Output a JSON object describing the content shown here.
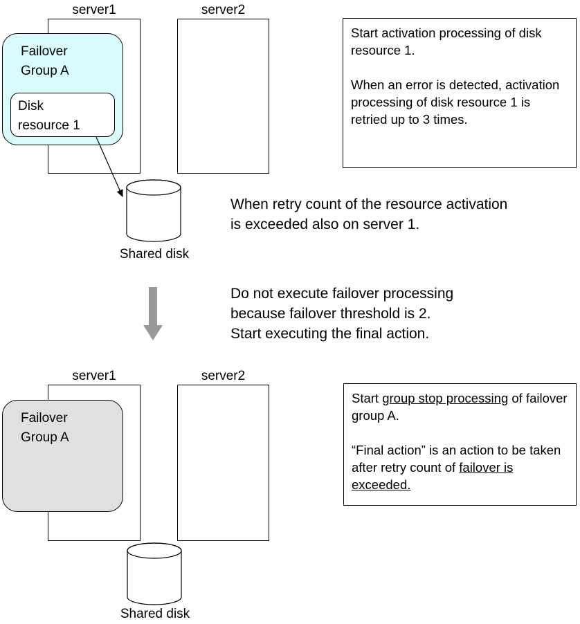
{
  "diagram": {
    "top_stage": {
      "server1_label": "server1",
      "server2_label": "server2",
      "group_label": "Failover\nGroup A",
      "resource_label": "Disk\nresource 1",
      "shared_disk_label": "Shared disk",
      "group_fill_color": "#d9fbfd",
      "resource_fill_color": "#ffffff"
    },
    "top_callout": {
      "paragraph1": "Start activation processing of disk resource 1.",
      "paragraph2": "When an error is detected, activation processing of disk resource 1 is retried up to 3 times."
    },
    "middle_text": {
      "paragraph1": "When retry count of the resource activation is exceeded also on server 1.",
      "paragraph2_line1": "Do not execute failover processing",
      "paragraph2_line2": "because failover threshold is 2.",
      "paragraph2_line3": "Start executing the final action."
    },
    "transition_arrow": {
      "name": "down-arrow",
      "color": "#999999"
    },
    "bottom_stage": {
      "server1_label": "server1",
      "server2_label": "server2",
      "group_label": "Failover\nGroup A",
      "shared_disk_label": "Shared disk",
      "group_fill_color": "#e0e0e0"
    },
    "bottom_callout": {
      "p1_prefix": "Start ",
      "p1_underlined": "group stop processing",
      "p1_suffix": " of failover group A.",
      "p2_prefix": "“Final action” is an action to be taken after retry count of ",
      "p2_underlined": "failover is exceeded."
    }
  }
}
